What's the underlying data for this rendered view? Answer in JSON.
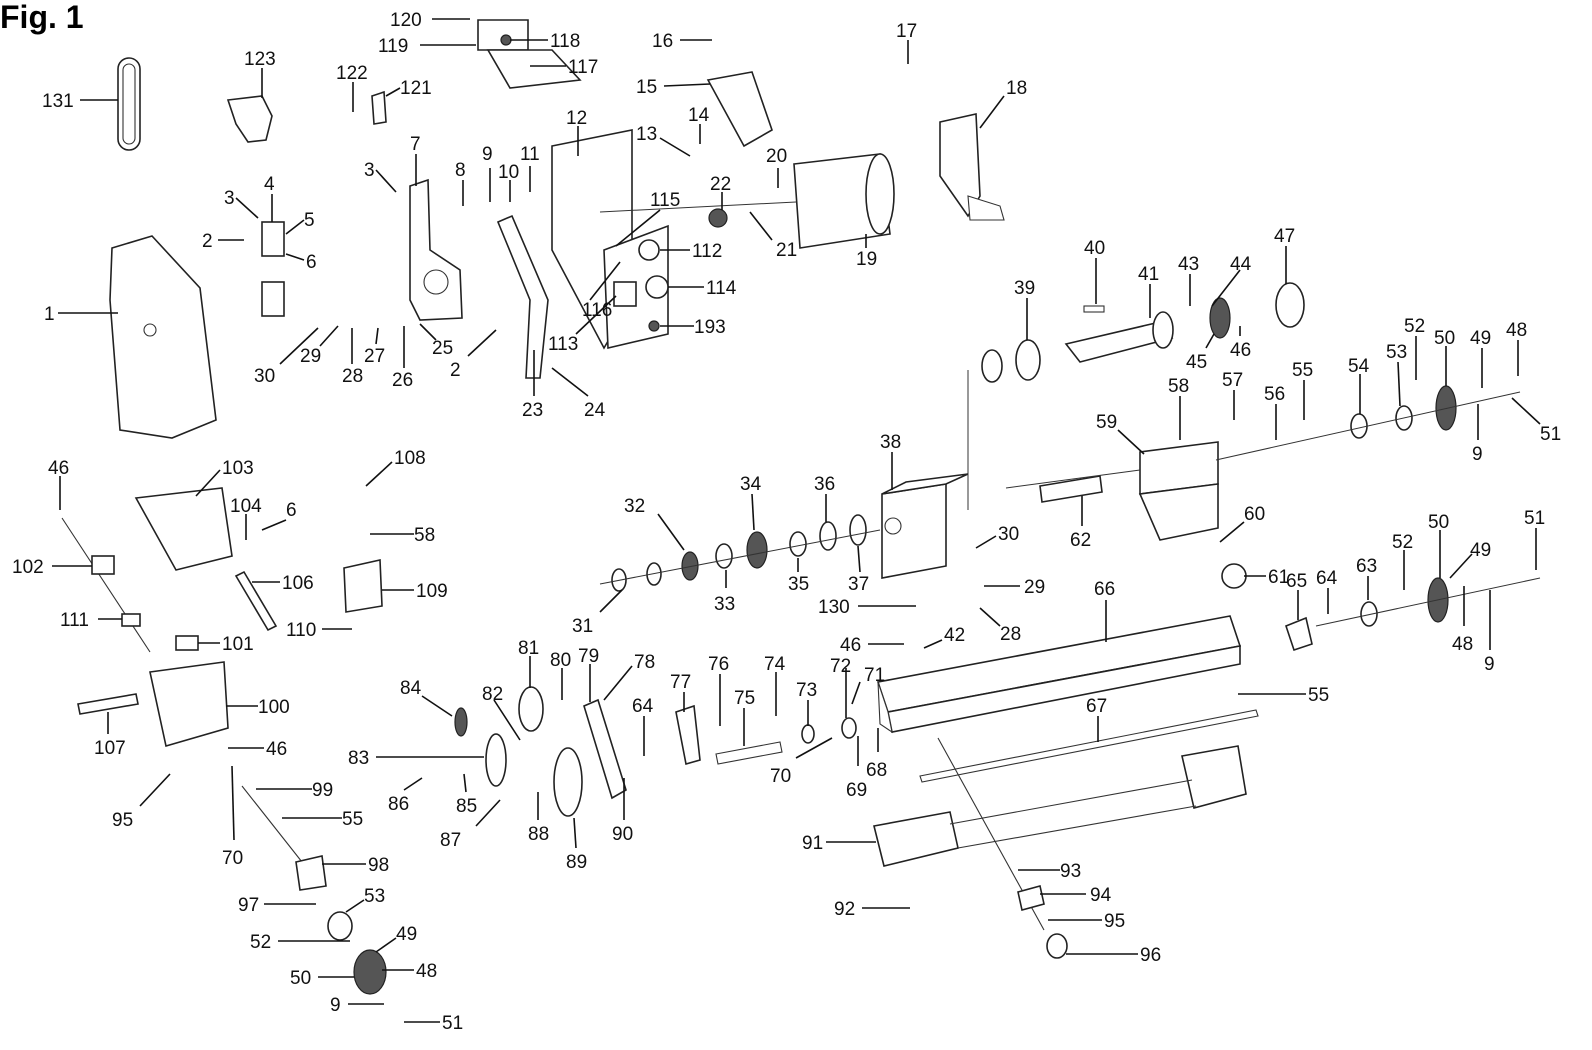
{
  "figure": {
    "title": "Fig. 1"
  },
  "callouts": [
    {
      "id": "c131",
      "text": "131"
    },
    {
      "id": "c123",
      "text": "123"
    },
    {
      "id": "c120",
      "text": "120"
    },
    {
      "id": "c119",
      "text": "119"
    },
    {
      "id": "c118",
      "text": "118"
    },
    {
      "id": "c117",
      "text": "117"
    },
    {
      "id": "c122",
      "text": "122"
    },
    {
      "id": "c121",
      "text": "121"
    },
    {
      "id": "c16",
      "text": "16"
    },
    {
      "id": "c15",
      "text": "15"
    },
    {
      "id": "c14",
      "text": "14"
    },
    {
      "id": "c13",
      "text": "13"
    },
    {
      "id": "c17",
      "text": "17"
    },
    {
      "id": "c18",
      "text": "18"
    },
    {
      "id": "c12",
      "text": "12"
    },
    {
      "id": "c11",
      "text": "11"
    },
    {
      "id": "c10",
      "text": "10"
    },
    {
      "id": "c9a",
      "text": "9"
    },
    {
      "id": "c8",
      "text": "8"
    },
    {
      "id": "c7",
      "text": "7"
    },
    {
      "id": "c3a",
      "text": "3"
    },
    {
      "id": "c3b",
      "text": "3"
    },
    {
      "id": "c4",
      "text": "4"
    },
    {
      "id": "c5",
      "text": "5"
    },
    {
      "id": "c2a",
      "text": "2"
    },
    {
      "id": "c6a",
      "text": "6"
    },
    {
      "id": "c1",
      "text": "1"
    },
    {
      "id": "c20",
      "text": "20"
    },
    {
      "id": "c22",
      "text": "22"
    },
    {
      "id": "c115",
      "text": "115"
    },
    {
      "id": "c21",
      "text": "21"
    },
    {
      "id": "c112",
      "text": "112"
    },
    {
      "id": "c19",
      "text": "19"
    },
    {
      "id": "c116",
      "text": "116"
    },
    {
      "id": "c114",
      "text": "114"
    },
    {
      "id": "c113",
      "text": "113"
    },
    {
      "id": "c193",
      "text": "193"
    },
    {
      "id": "c30a",
      "text": "30"
    },
    {
      "id": "c29a",
      "text": "29"
    },
    {
      "id": "c28a",
      "text": "28"
    },
    {
      "id": "c27",
      "text": "27"
    },
    {
      "id": "c26",
      "text": "26"
    },
    {
      "id": "c25",
      "text": "25"
    },
    {
      "id": "c2b",
      "text": "2"
    },
    {
      "id": "c23",
      "text": "23"
    },
    {
      "id": "c24",
      "text": "24"
    },
    {
      "id": "c40",
      "text": "40"
    },
    {
      "id": "c39",
      "text": "39"
    },
    {
      "id": "c41",
      "text": "41"
    },
    {
      "id": "c43",
      "text": "43"
    },
    {
      "id": "c44",
      "text": "44"
    },
    {
      "id": "c47",
      "text": "47"
    },
    {
      "id": "c45",
      "text": "45"
    },
    {
      "id": "c46a",
      "text": "46"
    },
    {
      "id": "c52a",
      "text": "52"
    },
    {
      "id": "c48a",
      "text": "48"
    },
    {
      "id": "c50a",
      "text": "50"
    },
    {
      "id": "c49a",
      "text": "49"
    },
    {
      "id": "c53a",
      "text": "53"
    },
    {
      "id": "c54",
      "text": "54"
    },
    {
      "id": "c58a",
      "text": "58"
    },
    {
      "id": "c57",
      "text": "57"
    },
    {
      "id": "c55a",
      "text": "55"
    },
    {
      "id": "c56",
      "text": "56"
    },
    {
      "id": "c59",
      "text": "59"
    },
    {
      "id": "c51a",
      "text": "51"
    },
    {
      "id": "c9b",
      "text": "9"
    },
    {
      "id": "c46b",
      "text": "46"
    },
    {
      "id": "c103",
      "text": "103"
    },
    {
      "id": "c108",
      "text": "108"
    },
    {
      "id": "c104",
      "text": "104"
    },
    {
      "id": "c6b",
      "text": "6"
    },
    {
      "id": "c58b",
      "text": "58"
    },
    {
      "id": "c102",
      "text": "102"
    },
    {
      "id": "c106",
      "text": "106"
    },
    {
      "id": "c109",
      "text": "109"
    },
    {
      "id": "c111",
      "text": "111"
    },
    {
      "id": "c110",
      "text": "110"
    },
    {
      "id": "c101",
      "text": "101"
    },
    {
      "id": "c100",
      "text": "100"
    },
    {
      "id": "c107",
      "text": "107"
    },
    {
      "id": "c46c",
      "text": "46"
    },
    {
      "id": "c95a",
      "text": "95"
    },
    {
      "id": "c99",
      "text": "99"
    },
    {
      "id": "c55b",
      "text": "55"
    },
    {
      "id": "c70a",
      "text": "70"
    },
    {
      "id": "c98",
      "text": "98"
    },
    {
      "id": "c97",
      "text": "97"
    },
    {
      "id": "c53b",
      "text": "53"
    },
    {
      "id": "c52b",
      "text": "52"
    },
    {
      "id": "c49b",
      "text": "49"
    },
    {
      "id": "c48b",
      "text": "48"
    },
    {
      "id": "c50b",
      "text": "50"
    },
    {
      "id": "c9c",
      "text": "9"
    },
    {
      "id": "c51b",
      "text": "51"
    },
    {
      "id": "c32",
      "text": "32"
    },
    {
      "id": "c34",
      "text": "34"
    },
    {
      "id": "c36",
      "text": "36"
    },
    {
      "id": "c38",
      "text": "38"
    },
    {
      "id": "c35",
      "text": "35"
    },
    {
      "id": "c37",
      "text": "37"
    },
    {
      "id": "c33",
      "text": "33"
    },
    {
      "id": "c31",
      "text": "31"
    },
    {
      "id": "c30b",
      "text": "30"
    },
    {
      "id": "c29b",
      "text": "29"
    },
    {
      "id": "c28b",
      "text": "28"
    },
    {
      "id": "c130",
      "text": "130"
    },
    {
      "id": "c62",
      "text": "62"
    },
    {
      "id": "c60",
      "text": "60"
    },
    {
      "id": "c61",
      "text": "61"
    },
    {
      "id": "c65",
      "text": "65"
    },
    {
      "id": "c64a",
      "text": "64"
    },
    {
      "id": "c63",
      "text": "63"
    },
    {
      "id": "c52c",
      "text": "52"
    },
    {
      "id": "c50c",
      "text": "50"
    },
    {
      "id": "c49c",
      "text": "49"
    },
    {
      "id": "c51c",
      "text": "51"
    },
    {
      "id": "c48c",
      "text": "48"
    },
    {
      "id": "c9d",
      "text": "9"
    },
    {
      "id": "c66",
      "text": "66"
    },
    {
      "id": "c46d",
      "text": "46"
    },
    {
      "id": "c42",
      "text": "42"
    },
    {
      "id": "c55c",
      "text": "55"
    },
    {
      "id": "c67",
      "text": "67"
    },
    {
      "id": "c81",
      "text": "81"
    },
    {
      "id": "c80",
      "text": "80"
    },
    {
      "id": "c79",
      "text": "79"
    },
    {
      "id": "c78",
      "text": "78"
    },
    {
      "id": "c84",
      "text": "84"
    },
    {
      "id": "c82",
      "text": "82"
    },
    {
      "id": "c77",
      "text": "77"
    },
    {
      "id": "c76",
      "text": "76"
    },
    {
      "id": "c74",
      "text": "74"
    },
    {
      "id": "c72",
      "text": "72"
    },
    {
      "id": "c71",
      "text": "71"
    },
    {
      "id": "c64b",
      "text": "64"
    },
    {
      "id": "c75",
      "text": "75"
    },
    {
      "id": "c73",
      "text": "73"
    },
    {
      "id": "c83",
      "text": "83"
    },
    {
      "id": "c70b",
      "text": "70"
    },
    {
      "id": "c69",
      "text": "69"
    },
    {
      "id": "c68",
      "text": "68"
    },
    {
      "id": "c86",
      "text": "86"
    },
    {
      "id": "c85",
      "text": "85"
    },
    {
      "id": "c87",
      "text": "87"
    },
    {
      "id": "c88",
      "text": "88"
    },
    {
      "id": "c89",
      "text": "89"
    },
    {
      "id": "c90",
      "text": "90"
    },
    {
      "id": "c91",
      "text": "91"
    },
    {
      "id": "c93",
      "text": "93"
    },
    {
      "id": "c94",
      "text": "94"
    },
    {
      "id": "c92",
      "text": "92"
    },
    {
      "id": "c95b",
      "text": "95"
    },
    {
      "id": "c96",
      "text": "96"
    }
  ]
}
